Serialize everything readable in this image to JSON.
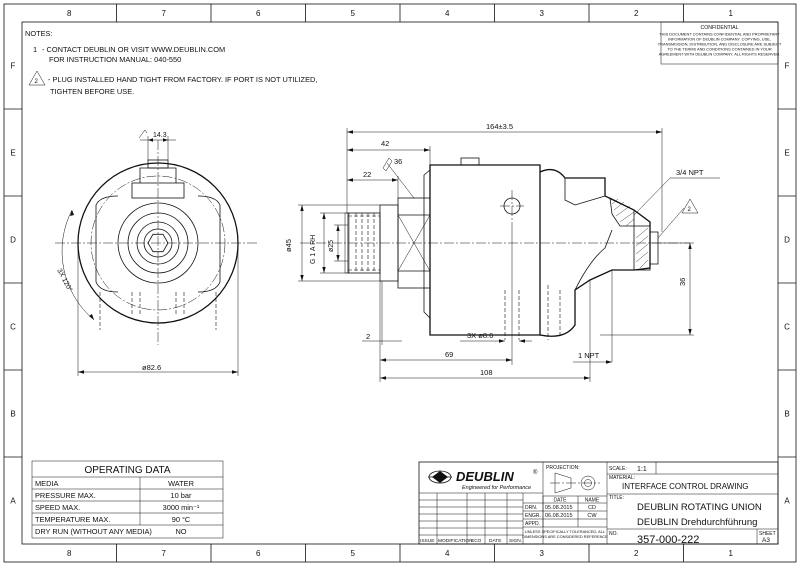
{
  "border": {
    "columns": [
      "8",
      "7",
      "6",
      "5",
      "4",
      "3",
      "2",
      "1"
    ],
    "rows": [
      "F",
      "E",
      "D",
      "C",
      "B",
      "A"
    ]
  },
  "notes": {
    "title": "NOTES:",
    "note1_num": "1",
    "note1_line1": "- CONTACT DEUBLIN OR VISIT WWW.DEUBLIN.COM",
    "note1_line2": "FOR INSTRUCTION MANUAL: 040-550",
    "note2_num": "2",
    "note2_line1": "- PLUG INSTALLED HAND TIGHT FROM FACTORY. IF PORT IS NOT UTILIZED,",
    "note2_line2": "TIGHTEN BEFORE USE."
  },
  "confidential": {
    "title": "CONFIDENTIAL",
    "lines": [
      "THIS DOCUMENT CONTAINS CONFIDENTIAL AND PROPRIETARY",
      "INFORMATION OF DEUBLIN COMPANY. COPYING, USE,",
      "TRANSMISSION, DISTRIBUTION, AND DISCLOSURE ARE SUBJECT",
      "TO THE TERMS AND CONDITIONS CONTAINED IN YOUR",
      "AGREEMENT WITH DEUBLIN COMPANY. ALL RIGHTS RESERVED."
    ]
  },
  "dimensions": {
    "front_slot": "14.3",
    "front_dia": "ø82.6",
    "front_holes": "3X 120°",
    "overall_length": "164±3.5",
    "d42": "42",
    "d22": "22",
    "wrench": "36",
    "d45": "ø45",
    "thread": "G 1 A RH",
    "d25": "ø25",
    "d2": "2",
    "holes_86": "3X ø8.6",
    "d69": "69",
    "d108": "108",
    "port_top": "3/4 NPT",
    "port_bottom": "1 NPT",
    "d36": "36",
    "note_flag": "2"
  },
  "operating_data": {
    "title": "OPERATING DATA",
    "rows": [
      {
        "label": "MEDIA",
        "value": "WATER"
      },
      {
        "label": "PRESSURE MAX.",
        "value": "10  bar"
      },
      {
        "label": "SPEED MAX.",
        "value": "3000  min⁻¹"
      },
      {
        "label": "TEMPERATURE MAX.",
        "value": "90  °C"
      },
      {
        "label": "DRY RUN (WITHOUT ANY MEDIA)",
        "value": "NO"
      }
    ]
  },
  "title_block": {
    "brand": "DEUBLIN",
    "brand_mark": "®",
    "tagline": "Engineered for Performance",
    "projection_label": "PROJECTION:",
    "date_head": "DATE",
    "name_head": "NAME",
    "drn_label": "DRN.",
    "drn_date": "05.08.2015",
    "drn_name": "CD",
    "engr_label": "ENGR.",
    "engr_date": "06.08.2015",
    "engr_name": "CW",
    "appd_label": "APPD.",
    "tolerance_line1": "UNLESS SPECIFICALLY TOLERANCED, ALL",
    "tolerance_line2": "DIMENSIONS ARE CONSIDERED REFERENCE",
    "rev_cols": [
      "ISSUE",
      "MODIFICATION",
      "ECO",
      "DATE",
      "SIGN."
    ],
    "scale_label": "SCALE:",
    "scale_value": "1:1",
    "material_label": "MATERIAL:",
    "drawing_type": "INTERFACE CONTROL DRAWING",
    "title_label": "TITLE:",
    "title_line1": "DEUBLIN ROTATING UNION",
    "title_line2": "DEUBLIN Drehdurchführung",
    "no_label": "NO.",
    "drawing_no": "357-000-222",
    "sheet_label": "SHEET",
    "sheet_value": "A3"
  }
}
